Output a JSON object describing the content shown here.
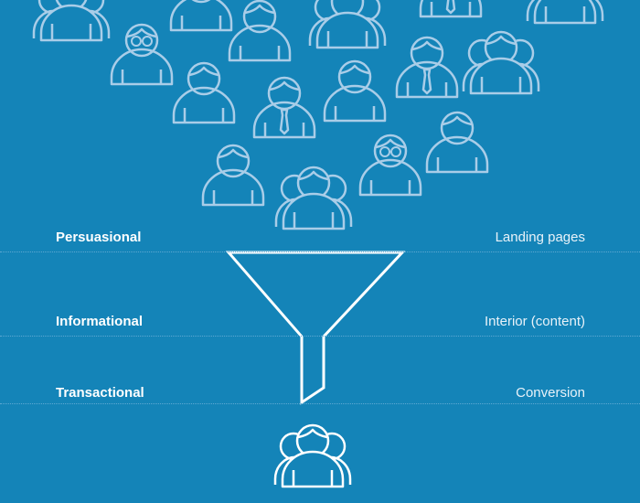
{
  "stages": [
    {
      "name": "Persuasional",
      "page_type": "Landing pages"
    },
    {
      "name": "Informational",
      "page_type": "Interior (content)"
    },
    {
      "name": "Transactional",
      "page_type": "Conversion"
    }
  ],
  "colors": {
    "background": "#1484b8",
    "crowd": "#a9cde8",
    "funnel": "#ffffff"
  }
}
